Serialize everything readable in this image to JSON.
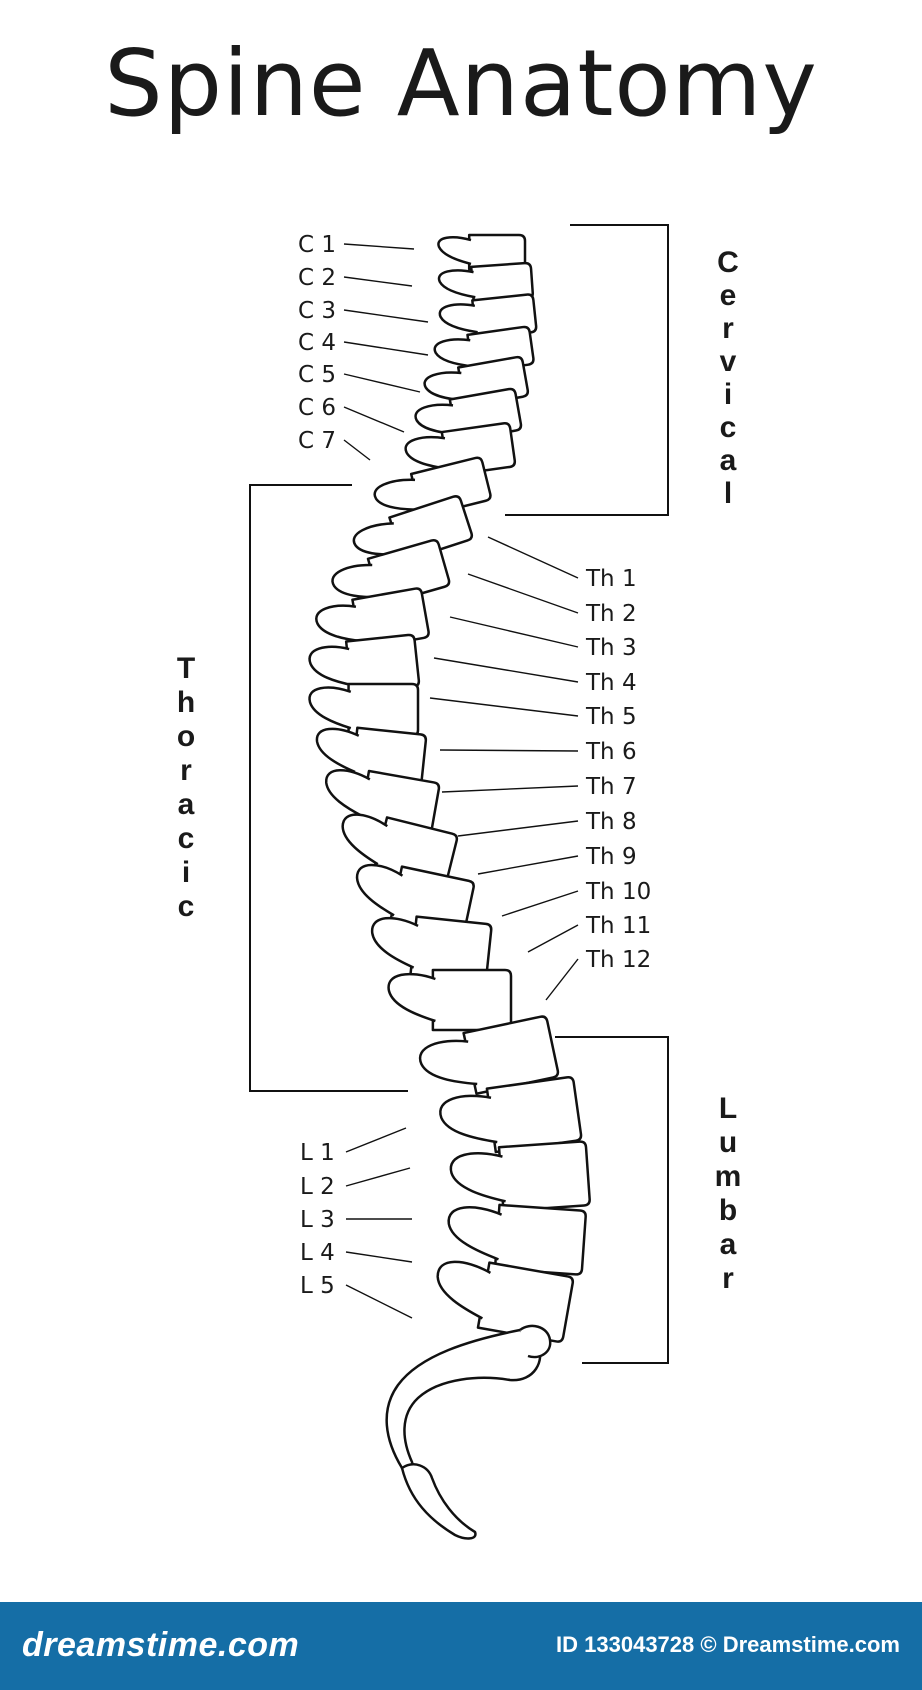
{
  "title": "Spine Anatomy",
  "regions": {
    "cervical": "Cervical",
    "thoracic": "Thoracic",
    "lumbar": "Lumbar"
  },
  "cervical_labels": [
    "C 1",
    "C 2",
    "C 3",
    "C 4",
    "C 5",
    "C 6",
    "C 7"
  ],
  "thoracic_labels": [
    "Th 1",
    "Th 2",
    "Th 3",
    "Th 4",
    "Th 5",
    "Th 6",
    "Th 7",
    "Th 8",
    "Th 9",
    "Th 10",
    "Th 11",
    "Th 12"
  ],
  "lumbar_labels": [
    "L 1",
    "L 2",
    "L 3",
    "L 4",
    "L 5"
  ],
  "footer": {
    "brand": "dreamstime.com",
    "credit": "ID 133043728 © Dreamstime.com"
  },
  "colors": {
    "footer_bg": "#156ea6",
    "line": "#111111"
  }
}
